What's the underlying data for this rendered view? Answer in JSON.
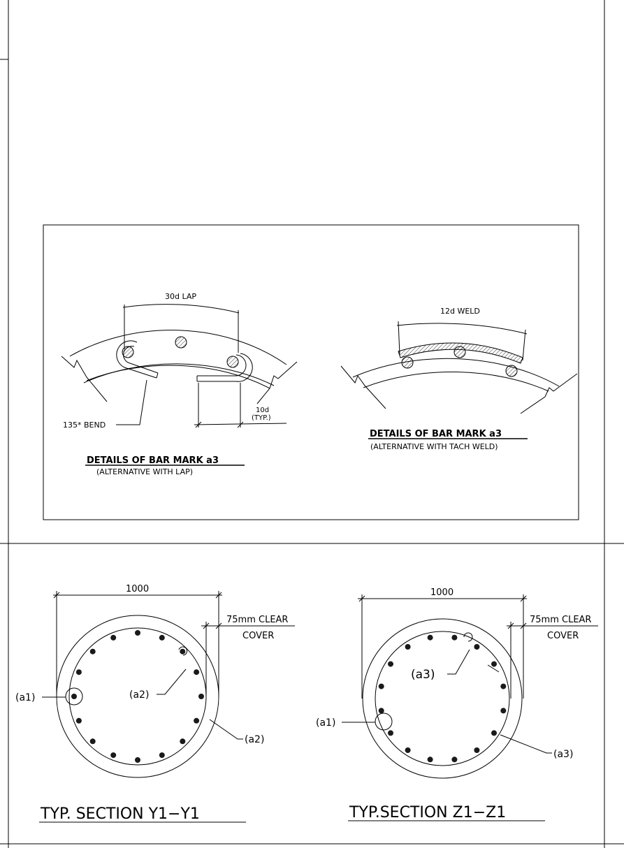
{
  "lap_detail": {
    "dim_label": "30d LAP",
    "bend_label": "135* BEND",
    "ext_label_1": "10d",
    "ext_label_2": "(TYP.)",
    "title": "DETAILS OF BAR MARK a3",
    "subtitle": "(ALTERNATIVE WITH LAP)"
  },
  "weld_detail": {
    "dim_label": "12d WELD",
    "title": "DETAILS OF BAR MARK a3",
    "subtitle": "(ALTERNATIVE WITH TACH WELD)"
  },
  "section_y1": {
    "diameter_label": "1000",
    "cover_label_1": "75mm CLEAR",
    "cover_label_2": "COVER",
    "tag_a1": "(a1)",
    "tag_a2_inner": "(a2)",
    "tag_a2_outer": "(a2)",
    "title": "TYP. SECTION   Y1−Y1"
  },
  "section_z1": {
    "diameter_label": "1000",
    "cover_label_1": "75mm CLEAR",
    "cover_label_2": "COVER",
    "tag_a1": "(a1)",
    "tag_a3_inner": "(a3)",
    "tag_a3_outer": "(a3)",
    "title": "TYP.SECTION   Z1−Z1"
  }
}
